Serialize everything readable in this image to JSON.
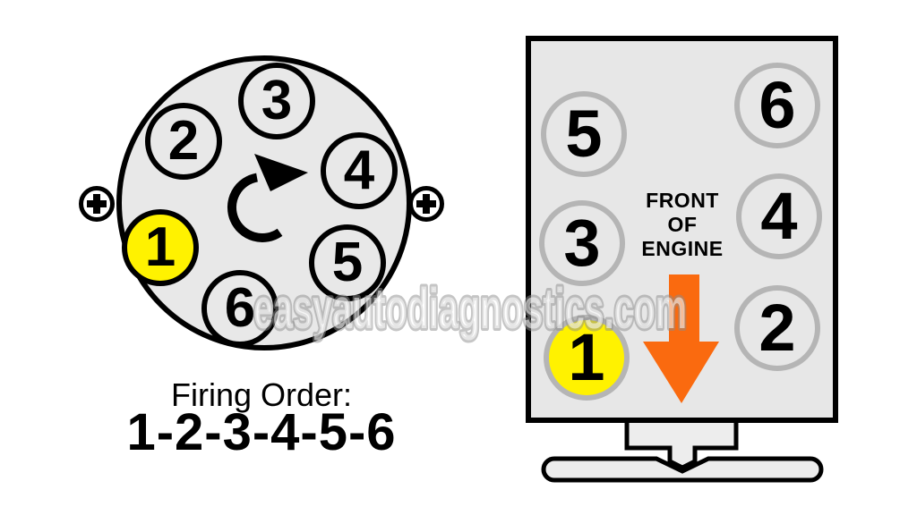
{
  "watermark": {
    "text": "easyautodiagnostics.com"
  },
  "colors": {
    "highlight_yellow": "#FFF200",
    "arrow_orange": "#FA6A0F",
    "panel_gray": "#E8E8E8",
    "ring_gray": "#B5B5B5"
  },
  "distributor": {
    "description": "distributor-cap-top-view",
    "rotation_direction": "clockwise",
    "polarity_markers": [
      "+",
      "+"
    ],
    "terminals": [
      {
        "label": "1",
        "highlighted": true
      },
      {
        "label": "2",
        "highlighted": false
      },
      {
        "label": "3",
        "highlighted": false
      },
      {
        "label": "4",
        "highlighted": false
      },
      {
        "label": "5",
        "highlighted": false
      },
      {
        "label": "6",
        "highlighted": false
      }
    ]
  },
  "engine_view": {
    "front_label_line1": "FRONT",
    "front_label_line2": "OF",
    "front_label_line3": "ENGINE",
    "direction_arrow": "down",
    "cylinders": [
      {
        "label": "1",
        "highlighted": true
      },
      {
        "label": "2",
        "highlighted": false
      },
      {
        "label": "3",
        "highlighted": false
      },
      {
        "label": "4",
        "highlighted": false
      },
      {
        "label": "5",
        "highlighted": false
      },
      {
        "label": "6",
        "highlighted": false
      }
    ]
  },
  "firing_order": {
    "caption": "Firing Order:",
    "sequence": "1-2-3-4-5-6"
  }
}
